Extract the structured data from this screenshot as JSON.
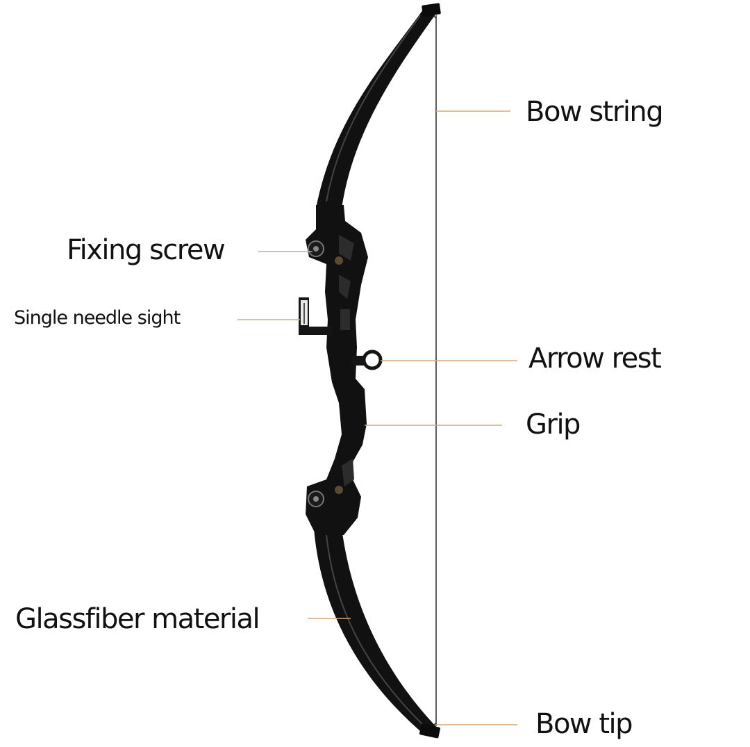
{
  "labels": {
    "bow_string": "Bow string",
    "fixing_screw": "Fixing screw",
    "single_needle_sight": "Single needle sight",
    "arrow_rest": "Arrow rest",
    "grip": "Grip",
    "glassfiber_material": "Glassfiber material",
    "bow_tip": "Bow tip"
  },
  "colors": {
    "background": "#ffffff",
    "bow": "#111111",
    "string": "#333333",
    "leader_line": "#d9a774"
  }
}
